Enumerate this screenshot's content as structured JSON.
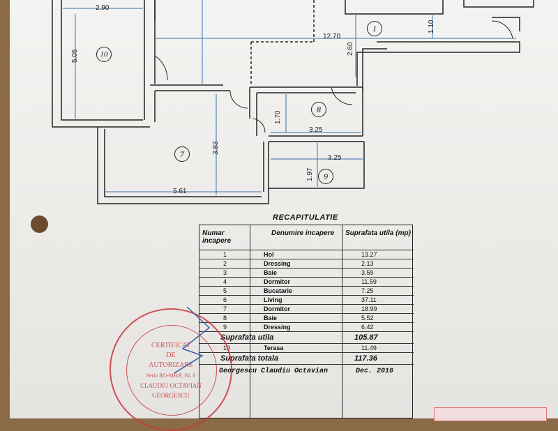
{
  "plan": {
    "dimensions": {
      "d_2_90": "2.90",
      "d_5_05": "5.05",
      "d_12_70": "12.70",
      "d_2_60": "2.60",
      "d_1_10": "1.10",
      "d_1_70": "1.70",
      "d_3_25a": "3.25",
      "d_3_25b": "3.25",
      "d_1_97": "1.97",
      "d_3_83": "3.83",
      "d_5_61": "5.61"
    },
    "rooms": {
      "r1": "1",
      "r7": "7",
      "r8": "8",
      "r9": "9",
      "r10": "10"
    }
  },
  "recap": {
    "title": "RECAPITULATIE",
    "headers": {
      "col1": "Numar incapere",
      "col2": "Denumire incapere",
      "col3": "Suprafata utila (mp)"
    },
    "rows": [
      {
        "n": "1",
        "name": "Hol",
        "area": "13.27"
      },
      {
        "n": "2",
        "name": "Dressing",
        "area": "2.13"
      },
      {
        "n": "3",
        "name": "Baie",
        "area": "3.59"
      },
      {
        "n": "4",
        "name": "Dormitor",
        "area": "11.59"
      },
      {
        "n": "5",
        "name": "Bucatarie",
        "area": "7.25"
      },
      {
        "n": "6",
        "name": "Living",
        "area": "37.11"
      },
      {
        "n": "7",
        "name": "Dormitor",
        "area": "18.99"
      },
      {
        "n": "8",
        "name": "Baie",
        "area": "5.52"
      },
      {
        "n": "9",
        "name": "Dressing",
        "area": "6.42"
      }
    ],
    "util_label": "Suprafata utila",
    "util_value": "105.87",
    "terrace": {
      "n": "10",
      "name": "Terasa",
      "area": "11.49"
    },
    "total_label": "Suprafata totala",
    "total_value": "117.36",
    "author": "Georgescu Claudiu Octavian",
    "date": "Dec. 2016"
  },
  "stamp": {
    "line1": "CERTIFICAT",
    "line2": "DE",
    "line3": "AUTORIZARE",
    "line4": "Seria RO-MB/F, Nr. 0",
    "line5": "CLAUDIU OCTAVIAN",
    "line6": "GEORGESCU"
  },
  "colors": {
    "ink": "#222222",
    "dim_blue": "#3a6fb0",
    "stamp_red": "#c6383d"
  }
}
